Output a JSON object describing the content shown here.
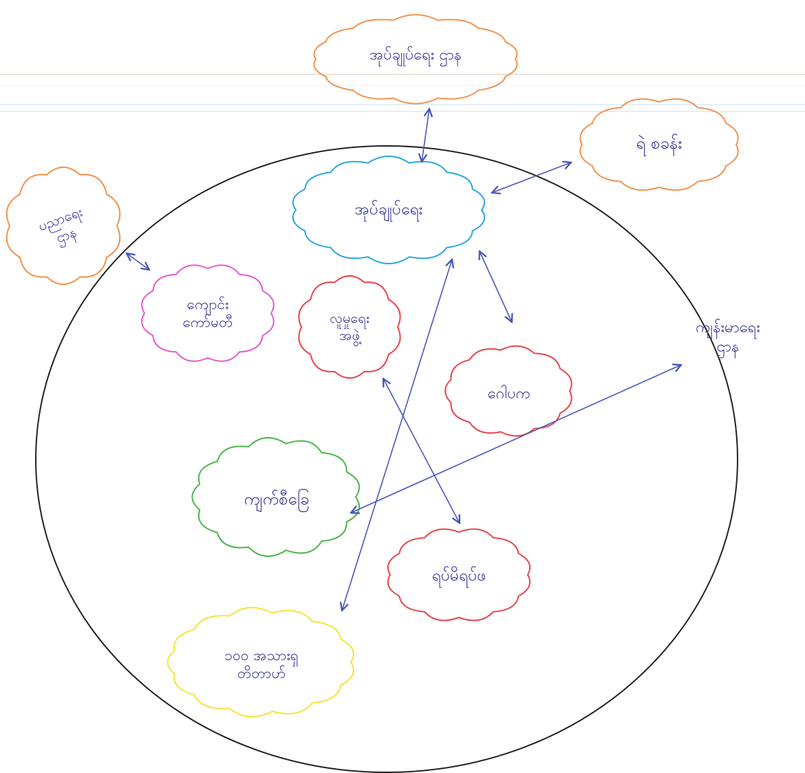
{
  "colors": {
    "outer_cloud": "#f2934f",
    "inner_blue_cloud": "#2aa6e0",
    "magenta_cloud": "#e35bd0",
    "red_cloud": "#e8464e",
    "green_cloud": "#4cb649",
    "yellow_cloud": "#f3e43a",
    "arrow": "#4a56b8",
    "text": "#3b3a9a",
    "circle": "#222222"
  },
  "nodes": {
    "top_cloud": "အုပ်ချုပ်ရေး ဌာန",
    "right_cloud": "ရဲ စခန်း",
    "left_cloud": "ပညာရေး\nဌာန",
    "far_right_text": "ကျန်းမာရေး\nဌာန",
    "center_blue": "အုပ်ချုပ်ရေး",
    "magenta": "ကျောင်း\nကော်မတီ",
    "red_left": "လူမှုရေး\nအဖွဲ့",
    "red_right": "ဂေါပက",
    "green": "ကျက်စီခြေ",
    "red_bottom": "ရပ်မိရပ်ဖ",
    "yellow": "၁၀၀ အသားရှ\nတိတာဟ်"
  }
}
